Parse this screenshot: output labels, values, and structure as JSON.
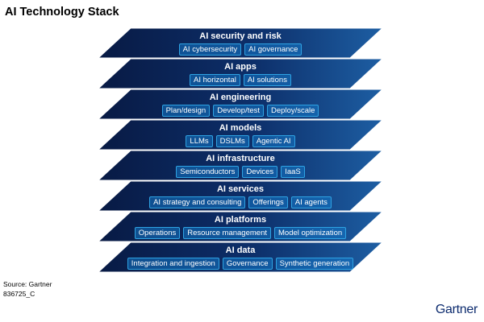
{
  "title": "AI Technology Stack",
  "colors": {
    "layer_dark": "#081a44",
    "layer_light": "#1d5ea3",
    "chip_border": "#2fa3e3",
    "brand": "#0c2b6e"
  },
  "layers": [
    {
      "name": "AI security and risk",
      "items": [
        "AI cybersecurity",
        "AI governance"
      ]
    },
    {
      "name": "AI apps",
      "items": [
        "AI horizontal",
        "AI solutions"
      ]
    },
    {
      "name": "AI engineering",
      "items": [
        "Plan/design",
        "Develop/test",
        "Deploy/scale"
      ]
    },
    {
      "name": "AI models",
      "items": [
        "LLMs",
        "DSLMs",
        "Agentic AI"
      ]
    },
    {
      "name": "AI infrastructure",
      "items": [
        "Semiconductors",
        "Devices",
        "IaaS"
      ]
    },
    {
      "name": "AI services",
      "items": [
        "AI strategy and consulting",
        "Offerings",
        "AI agents"
      ]
    },
    {
      "name": "AI platforms",
      "items": [
        "Operations",
        "Resource management",
        "Model optimization"
      ]
    },
    {
      "name": "AI data",
      "items": [
        "Integration and ingestion",
        "Governance",
        "Synthetic generation"
      ]
    }
  ],
  "footer": {
    "source": "Source: Gartner",
    "code": "836725_C",
    "brand": "Gartner"
  }
}
